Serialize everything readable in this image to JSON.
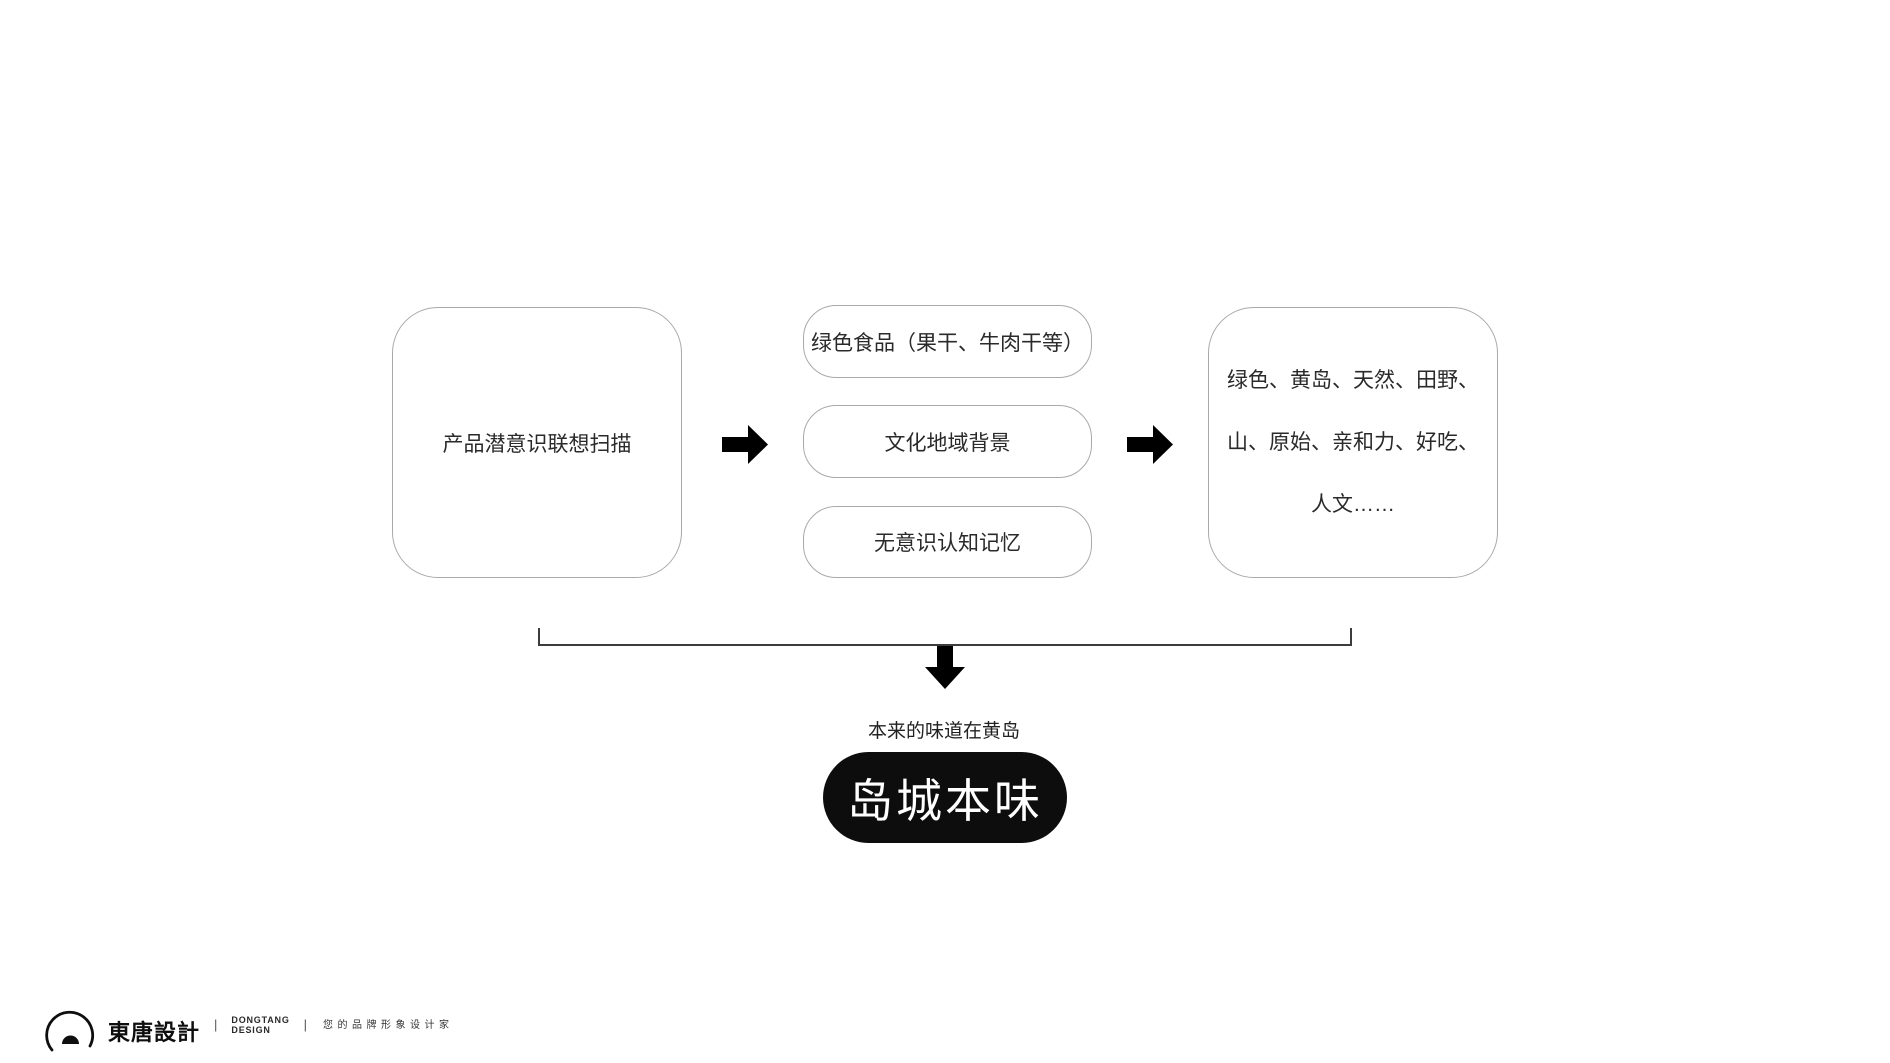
{
  "diagram": {
    "source_box": {
      "label": "产品潜意识联想扫描"
    },
    "middle_boxes": [
      {
        "label": "绿色食品（果干、牛肉干等）"
      },
      {
        "label": "文化地域背景"
      },
      {
        "label": "无意识认知记忆"
      }
    ],
    "result_box": {
      "lines": [
        "绿色、黄岛、天然、田野、",
        "山、原始、亲和力、好吃、",
        "人文……"
      ]
    },
    "conclusion": {
      "caption": "本来的味道在黄岛",
      "pill_label": "岛城本味"
    }
  },
  "footer": {
    "logo_icon": "dongtang-logo-icon",
    "logo_text_cn": "東唐設計",
    "divider": "|",
    "logo_text_en_line1": "DONGTANG",
    "logo_text_en_line2": "DESIGN",
    "tagline": "您的品牌形象设计家"
  },
  "colors": {
    "background": "#ffffff",
    "box_border": "#a9a9a9",
    "text": "#2a2a2a",
    "arrow": "#000000",
    "bracket": "#3c3c3c",
    "pill_background": "#0d0d0d",
    "pill_text": "#ffffff"
  }
}
